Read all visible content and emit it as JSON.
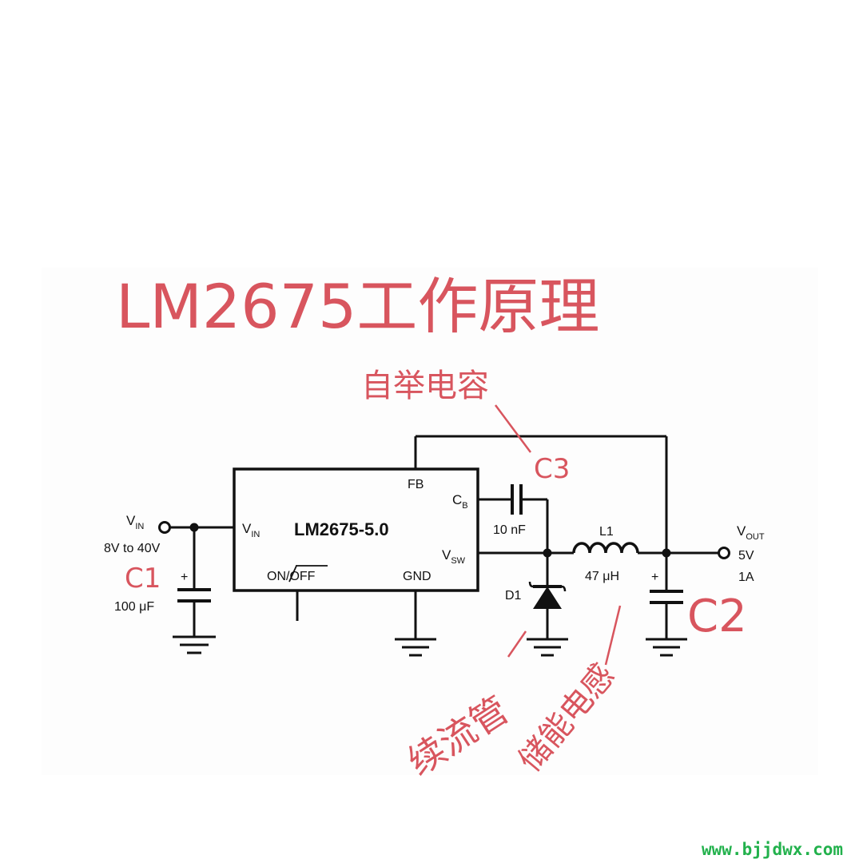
{
  "title": "LM2675工作原理",
  "annotations": {
    "bootstrap_cap": "自举电容",
    "c3": "C3",
    "c1": "C1",
    "c2": "C2",
    "freewheel_diode": "续流管",
    "storage_inductor": "储能电感"
  },
  "schematic": {
    "chip_name": "LM2675-5.0",
    "pin_fb": "FB",
    "pin_cb_main": "C",
    "pin_cb_sub": "B",
    "pin_vin_main": "V",
    "pin_vin_sub": "IN",
    "pin_vsw_main": "V",
    "pin_vsw_sub": "SW",
    "pin_on": "ON/",
    "pin_off": "OFF",
    "pin_gnd": "GND",
    "vin_main": "V",
    "vin_sub": "IN",
    "vin_range": "8V to 40V",
    "c1_value": "100 μF",
    "cb_value": "10 nF",
    "l1_name": "L1",
    "l1_value": "47 μH",
    "d1_name": "D1",
    "vout_main": "V",
    "vout_sub": "OUT",
    "vout_value": "5V",
    "iout_value": "1A",
    "plus": "+"
  },
  "watermark": "www.bjjdwx.com",
  "colors": {
    "annotation": "#d8555e",
    "line": "#111111",
    "watermark": "#22b14c"
  }
}
